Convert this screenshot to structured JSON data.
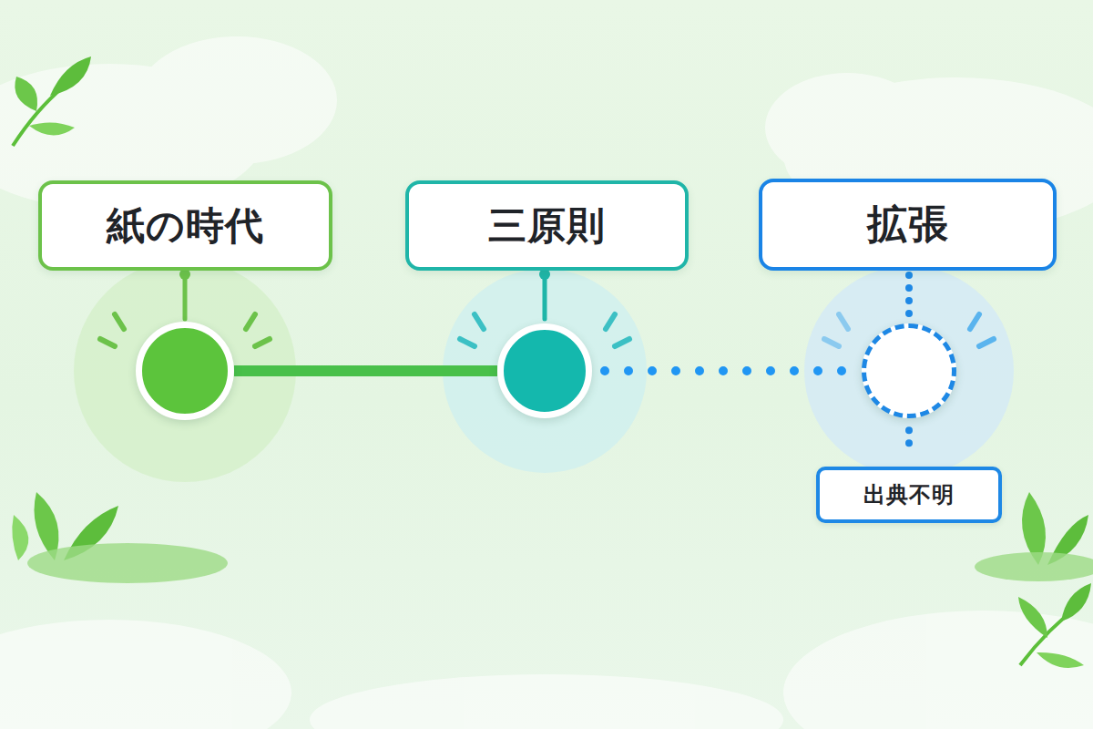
{
  "diagram": {
    "nodes": [
      {
        "text": [
          "紙の時代"
        ]
      },
      {
        "text": [
          "三原則"
        ]
      },
      {
        "text": [
          "拡張"
        ]
      },
      {
        "text": [
          "出典不明"
        ]
      }
    ],
    "edges": [
      {
        "from": 0,
        "to": 1,
        "arrow": "none"
      },
      {
        "from": 1,
        "to": 2,
        "arrow": "none"
      },
      {
        "from": 2,
        "to": 3,
        "arrow": "none"
      }
    ]
  }
}
